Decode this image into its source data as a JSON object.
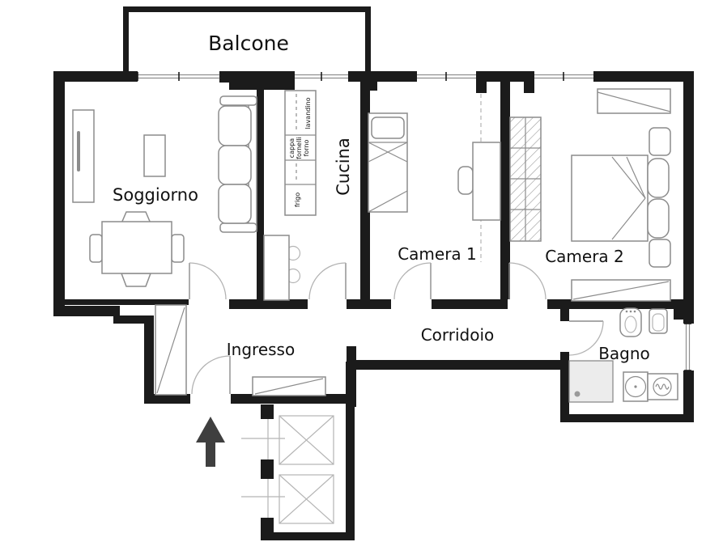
{
  "floor_plan": {
    "rooms": [
      {
        "name": "balcone",
        "label": "Balcone"
      },
      {
        "name": "soggiorno",
        "label": "Soggiorno"
      },
      {
        "name": "cucina",
        "label": "Cucina"
      },
      {
        "name": "camera-1",
        "label": "Camera 1"
      },
      {
        "name": "camera-2",
        "label": "Camera 2"
      },
      {
        "name": "corridoio",
        "label": "Corridoio"
      },
      {
        "name": "ingresso",
        "label": "Ingresso"
      },
      {
        "name": "bagno",
        "label": "Bagno"
      }
    ],
    "kitchen_fixtures": {
      "sink": "lavandino",
      "hood": "cappa",
      "hob": "fornelli",
      "oven": "forno",
      "fridge": "frigo"
    },
    "colors": {
      "wall": "#1b1b1b",
      "furniture": "#8c8c8c",
      "furniture_light": "#b5b5b5",
      "door": "#b3b3b3",
      "window_line": "#8f8f8f",
      "text": "#111111",
      "arrow": "#3f3f3f",
      "shower_fill": "#ececec",
      "background": "#ffffff"
    }
  }
}
